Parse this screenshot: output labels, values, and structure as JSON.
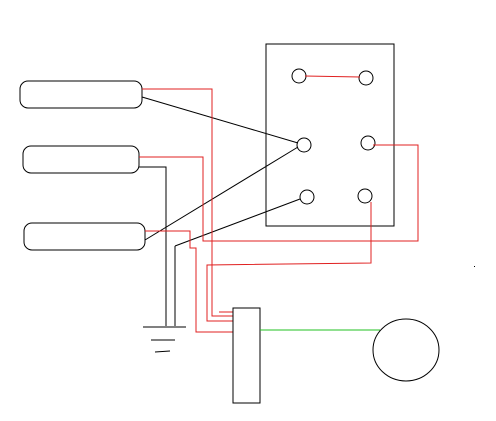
{
  "diagram": {
    "kind": "hand-drawn wiring sketch",
    "background_color": "#ffffff",
    "colors": {
      "outline": "#000000",
      "red_wire": "#e02020",
      "black_wire": "#000000",
      "green_wire": "#22c222"
    },
    "components": [
      "pickup-top",
      "pickup-middle",
      "pickup-bottom",
      "switch-plate",
      "switch-terminal-top-left",
      "switch-terminal-top-right",
      "switch-terminal-middle-left",
      "switch-terminal-middle-right",
      "switch-terminal-bottom-left",
      "switch-terminal-bottom-right",
      "output-jack-block",
      "ground-symbol",
      "output-circle"
    ]
  }
}
